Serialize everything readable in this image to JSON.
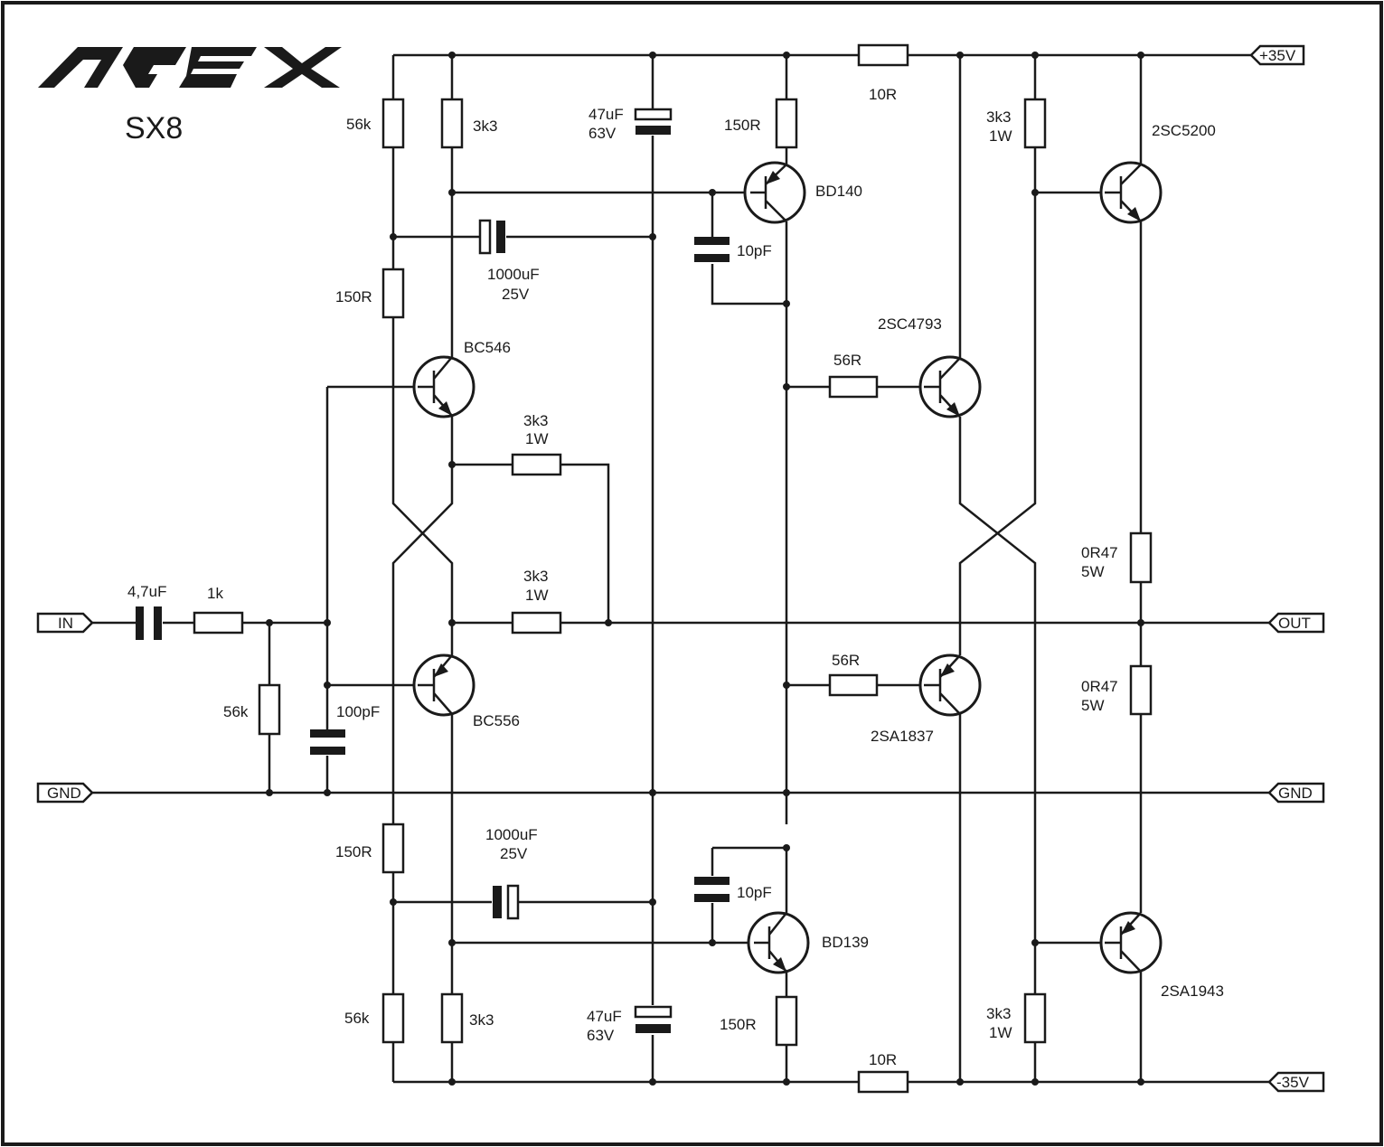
{
  "brand": "APEX",
  "title": "SX8",
  "ports": {
    "in": "IN",
    "gnd_left": "GND",
    "gnd_right": "GND",
    "out": "OUT",
    "vpos": "+35V",
    "vneg": "-35V"
  },
  "colors": {
    "ink": "#1a1a1a",
    "background": "#ffffff"
  },
  "components": {
    "c_in": "4,7uF",
    "r_in": "1k",
    "r_in_gnd": "56k",
    "c_in_gnd": "100pF",
    "r_top_56k": "56k",
    "r_top_3k3": "3k3",
    "c_top_47uF": [
      "47uF",
      "63V"
    ],
    "r_top_150R_bias": "150R",
    "c_top_1000uF": [
      "1000uF",
      "25V"
    ],
    "q_bc546": "BC546",
    "q_bc556": "BC556",
    "r_fb_top": [
      "3k3",
      "1W"
    ],
    "r_fb_bot": [
      "3k3",
      "1W"
    ],
    "r_top_150R": "150R",
    "q_bd140": "BD140",
    "c_top_10pF": "10pF",
    "r_top_10R": "10R",
    "r_top_3k3_1W": [
      "3k3",
      "1W"
    ],
    "q_2sc5200": "2SC5200",
    "q_2sc4793": "2SC4793",
    "r_56R_top": "56R",
    "r_56R_bot": "56R",
    "q_2sa1837": "2SA1837",
    "r_0r47_top": [
      "0R47",
      "5W"
    ],
    "r_0r47_bot": [
      "0R47",
      "5W"
    ],
    "r_bot_150R_bias": "150R",
    "c_bot_1000uF": [
      "1000uF",
      "25V"
    ],
    "c_bot_10pF": "10pF",
    "q_bd139": "BD139",
    "r_bot_56k": "56k",
    "r_bot_3k3": "3k3",
    "c_bot_47uF": [
      "47uF",
      "63V"
    ],
    "r_bot_150R": "150R",
    "r_bot_10R": "10R",
    "r_bot_3k3_1W": [
      "3k3",
      "1W"
    ],
    "q_2sa1943": "2SA1943"
  }
}
